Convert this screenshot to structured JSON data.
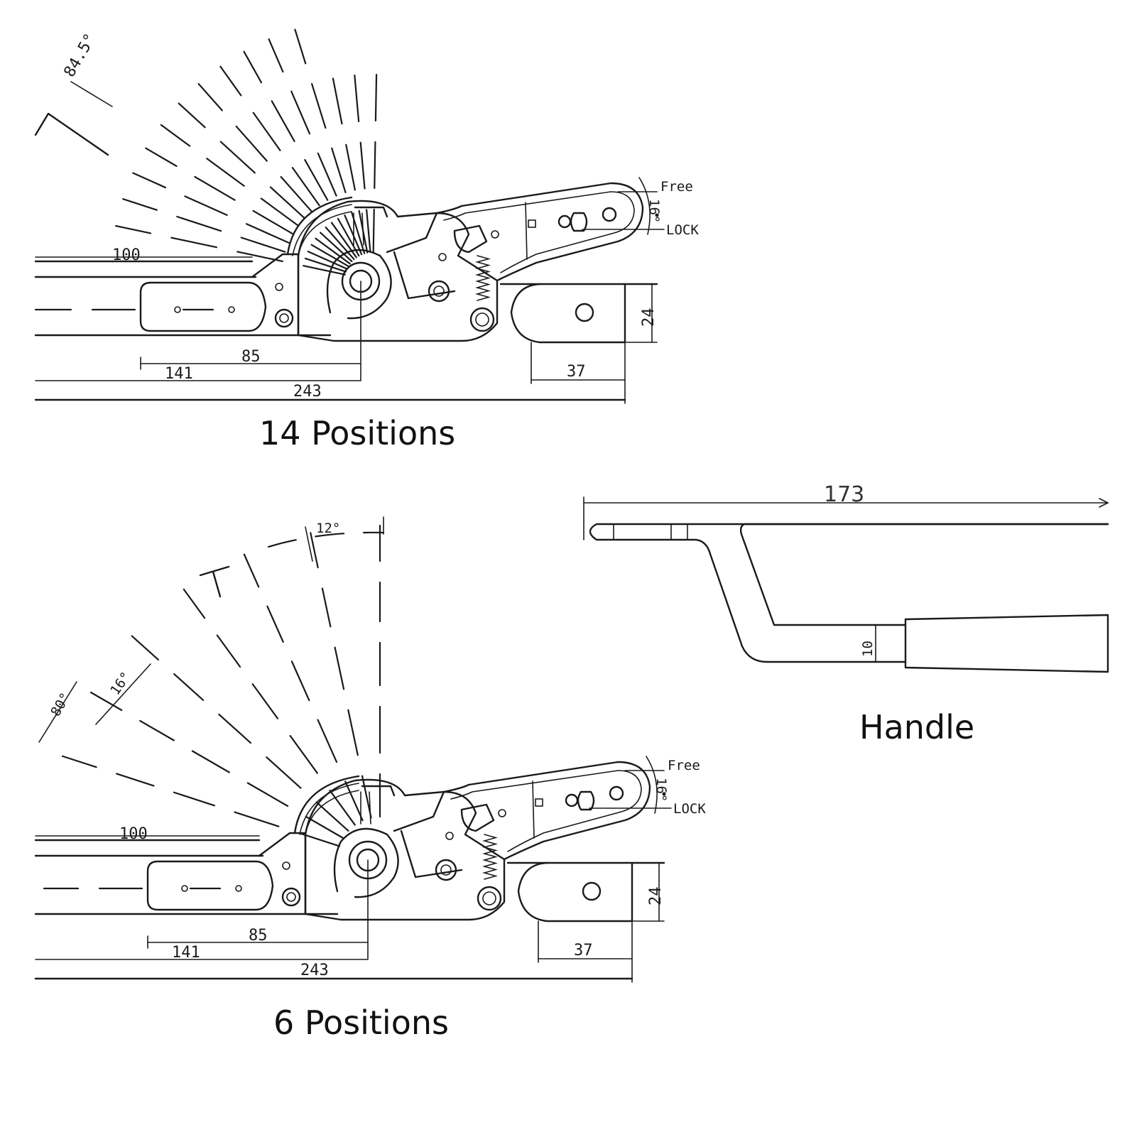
{
  "figures": {
    "top": {
      "caption": "14 Positions",
      "angle": "84.5°",
      "state_free": "Free",
      "state_lock": "LOCK",
      "travel": "16°",
      "dims": {
        "d100": "100",
        "d85": "85",
        "d141": "141",
        "d243": "243",
        "d37": "37",
        "d24": "24"
      }
    },
    "bottom": {
      "caption": "6 Positions",
      "angle_step": "12°",
      "angle_range": "80°",
      "angle_sub": "16°",
      "state_free": "Free",
      "state_lock": "LOCK",
      "travel": "16°",
      "dims": {
        "d100": "100",
        "d85": "85",
        "d141": "141",
        "d243": "243",
        "d37": "37",
        "d24": "24"
      }
    },
    "handle": {
      "caption": "Handle",
      "length": "173",
      "thickness": "10"
    }
  }
}
